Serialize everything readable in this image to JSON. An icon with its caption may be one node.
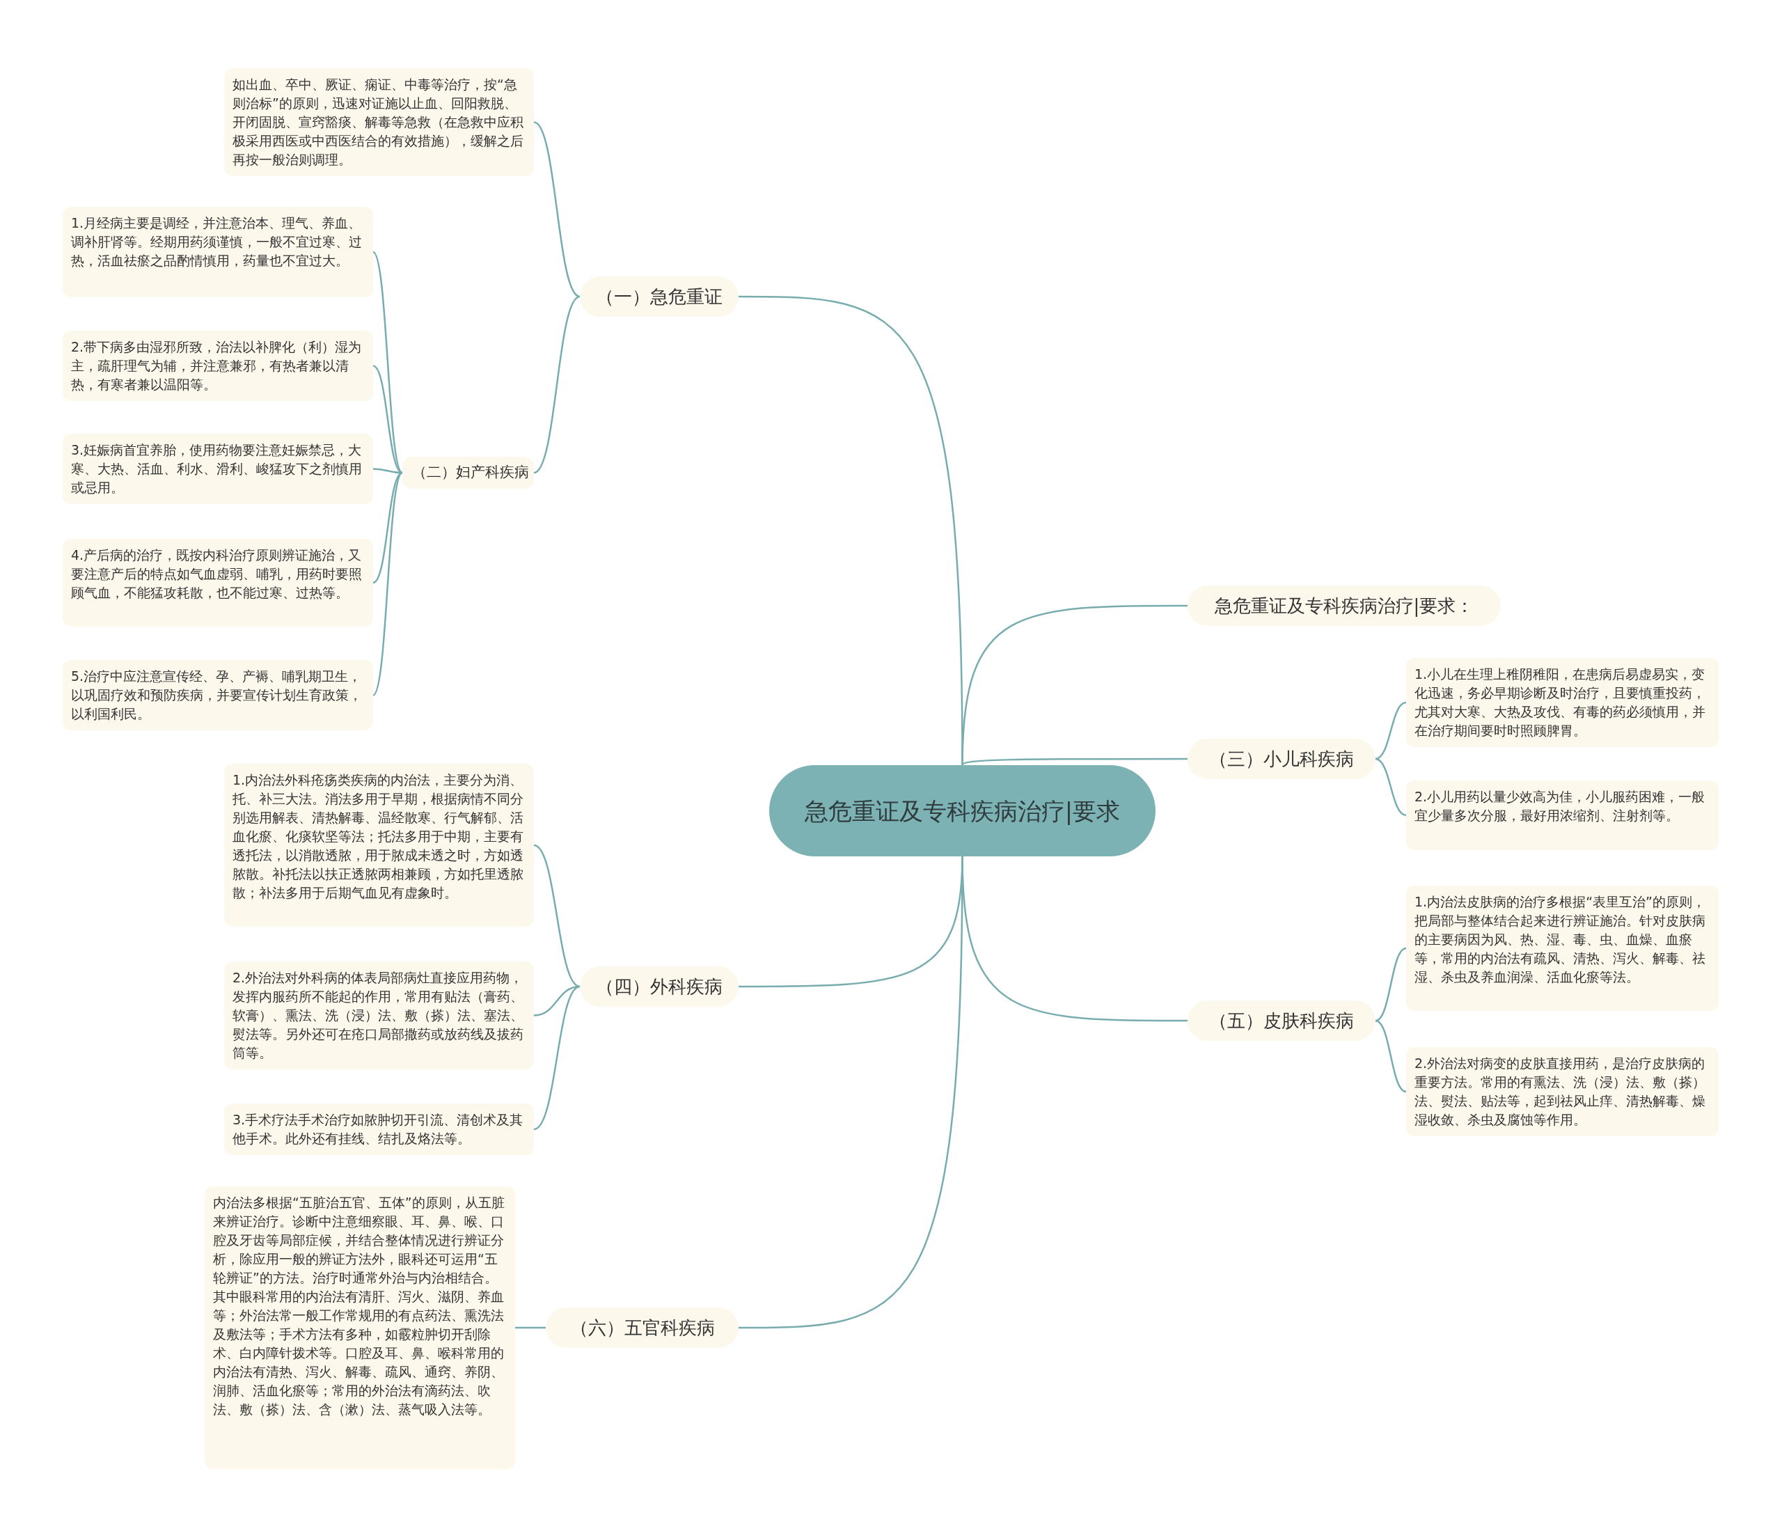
{
  "diagram": {
    "nodes": [
      {
        "text": [
          "急危重证及专科疾病治疗|要求"
        ]
      },
      {
        "text": [
          "急危重证及专科疾病治疗|要求："
        ]
      },
      {
        "text": [
          "（一）急危重证"
        ]
      },
      {
        "text": [
          "如出血、卒中、厥证、痫证、中毒等治疗，按“急则治标”的原则，迅速对证施以止血、回阳救脱、开闭固脱、宣窍豁痰、解毒等急救（在急救中应积极采用西医或中西医结合的有效措施），缓解之后再按一般治则调理。"
        ]
      },
      {
        "text": [
          "（二）妇产科疾病"
        ]
      },
      {
        "text": [
          "1.月经病主要是调经，并注意治本、理气、养血、调补肝肾等。经期用药须谨慎，一般不宜过寒、过热，活血祛瘀之品酌情慎用，药量也不宜过大。"
        ]
      },
      {
        "text": [
          "2.带下病多由湿邪所致，治法以补脾化（利）湿为主，疏肝理气为辅，并注意兼邪，有热者兼以清热，有寒者兼以温阳等。"
        ]
      },
      {
        "text": [
          "3.妊娠病首宜养胎，使用药物要注意妊娠禁忌，大寒、大热、活血、利水、滑利、峻猛攻下之剂慎用或忌用。"
        ]
      },
      {
        "text": [
          "4.产后病的治疗，既按内科治疗原则辨证施治，又要注意产后的特点如气血虚弱、哺乳，用药时要照顾气血，不能猛攻耗散，也不能过寒、过热等。"
        ]
      },
      {
        "text": [
          "5.治疗中应注意宣传经、孕、产褥、哺乳期卫生，以巩固疗效和预防疾病，并要宣传计划生育政策，以利国利民。"
        ]
      },
      {
        "text": [
          "（三）小儿科疾病"
        ]
      },
      {
        "text": [
          "1.小儿在生理上稚阴稚阳，在患病后易虚易实，变化迅速，务必早期诊断及时治疗，且要慎重投药，尤其对大寒、大热及攻伐、有毒的药必须慎用，并在治疗期间要时时照顾脾胃。"
        ]
      },
      {
        "text": [
          "2.小儿用药以量少效高为佳，小儿服药困难，一般宜少量多次分服，最好用浓缩剂、注射剂等。"
        ]
      },
      {
        "text": [
          "（五）皮肤科疾病"
        ]
      },
      {
        "text": [
          "1.内治法皮肤病的治疗多根据“表里互治”的原则，把局部与整体结合起来进行辨证施治。针对皮肤病的主要病因为风、热、湿、毒、虫、血燥、血瘀等，常用的内治法有疏风、清热、泻火、解毒、祛湿、杀虫及养血润澡、活血化瘀等法。"
        ]
      },
      {
        "text": [
          "2.外治法对病变的皮肤直接用药，是治疗皮肤病的重要方法。常用的有熏法、洗（浸）法、敷（搽）法、熨法、贴法等，起到祛风止痒、清热解毒、燥湿收敛、杀虫及腐蚀等作用。"
        ]
      },
      {
        "text": [
          "（四）外科疾病"
        ]
      },
      {
        "text": [
          "1.内治法外科疮疡类疾病的内治法，主要分为消、托、补三大法。消法多用于早期，根据病情不同分别选用解表、清热解毒、温经散寒、行气解郁、活血化瘀、化痰软坚等法；托法多用于中期，主要有透托法，以消散透脓，用于脓成未透之时，方如透脓散。补托法以扶正透脓两相兼顾，方如托里透脓散；补法多用于后期气血见有虚象时。"
        ]
      },
      {
        "text": [
          "2.外治法对外科病的体表局部病灶直接应用药物，发挥内服药所不能起的作用，常用有贴法（膏药、软膏）、熏法、洗（浸）法、敷（搽）法、塞法、熨法等。另外还可在疮口局部撒药或放药线及拔药筒等。"
        ]
      },
      {
        "text": [
          "3.手术疗法手术治疗如脓肿切开引流、清创术及其他手术。此外还有挂线、结扎及烙法等。"
        ]
      },
      {
        "text": [
          "（六）五官科疾病"
        ]
      },
      {
        "text": [
          "内治法多根据“五脏治五官、五体”的原则，从五脏来辨证治疗。诊断中注意细察眼、耳、鼻、喉、口腔及牙齿等局部症候，并结合整体情况进行辨证分析，除应用一般的辨证方法外，眼科还可运用“五轮辨证”的方法。治疗时通常外治与内治相结合。其中眼科常用的内治法有清肝、泻火、滋阴、养血等；外治法常一般工作常规用的有点药法、熏洗法及敷法等；手术方法有多种，如霰粒肿切开刮除术、白内障针拨术等。口腔及耳、鼻、喉科常用的内治法有清热、泻火、解毒、疏风、通窍、养阴、润肺、活血化瘀等；常用的外治法有滴药法、吹法、敷（搽）法、含（漱）法、蒸气吸入法等。"
        ]
      }
    ],
    "edges": [
      {
        "from": 0,
        "to": 1,
        "arrow": "none"
      },
      {
        "from": 0,
        "to": 2,
        "arrow": "none"
      },
      {
        "from": 2,
        "to": 3,
        "arrow": "none"
      },
      {
        "from": 2,
        "to": 4,
        "arrow": "none"
      },
      {
        "from": 4,
        "to": 5,
        "arrow": "none"
      },
      {
        "from": 4,
        "to": 6,
        "arrow": "none"
      },
      {
        "from": 4,
        "to": 7,
        "arrow": "none"
      },
      {
        "from": 4,
        "to": 8,
        "arrow": "none"
      },
      {
        "from": 4,
        "to": 9,
        "arrow": "none"
      },
      {
        "from": 0,
        "to": 10,
        "arrow": "none"
      },
      {
        "from": 10,
        "to": 11,
        "arrow": "none"
      },
      {
        "from": 10,
        "to": 12,
        "arrow": "none"
      },
      {
        "from": 0,
        "to": 13,
        "arrow": "none"
      },
      {
        "from": 13,
        "to": 14,
        "arrow": "none"
      },
      {
        "from": 13,
        "to": 15,
        "arrow": "none"
      },
      {
        "from": 0,
        "to": 16,
        "arrow": "none"
      },
      {
        "from": 16,
        "to": 17,
        "arrow": "none"
      },
      {
        "from": 16,
        "to": 18,
        "arrow": "none"
      },
      {
        "from": 16,
        "to": 19,
        "arrow": "none"
      },
      {
        "from": 0,
        "to": 20,
        "arrow": "none"
      },
      {
        "from": 20,
        "to": 21,
        "arrow": "none"
      }
    ]
  }
}
